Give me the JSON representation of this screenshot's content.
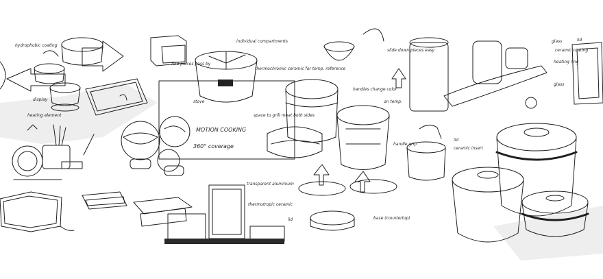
{
  "palette": {
    "ink": "#1e1e1e",
    "shade": "#9a9a9a",
    "light_shade": "#d4d4d4",
    "paper": "#ffffff"
  },
  "annotations": {
    "hydrophobic": "hydrophobic coating",
    "individual": "individual compartments",
    "thermochromic_ceramic": "thermochromic ceramic for temp. reference",
    "display": "display",
    "heating_element": "heating element",
    "stove": "stove",
    "motion_cooking": "MOTION COOKING",
    "coverage": "360° coverage",
    "handles_change_color": "handles change color",
    "temp": "on temp.",
    "space_grill": "space to grill meat both sides",
    "transparent_aluminium": "transparent aluminium",
    "thermotropic_ceramic": "thermotropic ceramic",
    "lid": "lid",
    "base": "base (countertop)",
    "handle_grip": "handle grip",
    "lid_right": "lid",
    "ceramic_insert": "ceramic insert",
    "slide_down": "slide down pieces easy",
    "glass": "glass",
    "lid_far": "lid",
    "ceramic_coating": "ceramic coating",
    "heating_ring": "heating ring",
    "glass_2": "glass",
    "fold_pieces": "fold pieces pass by"
  }
}
